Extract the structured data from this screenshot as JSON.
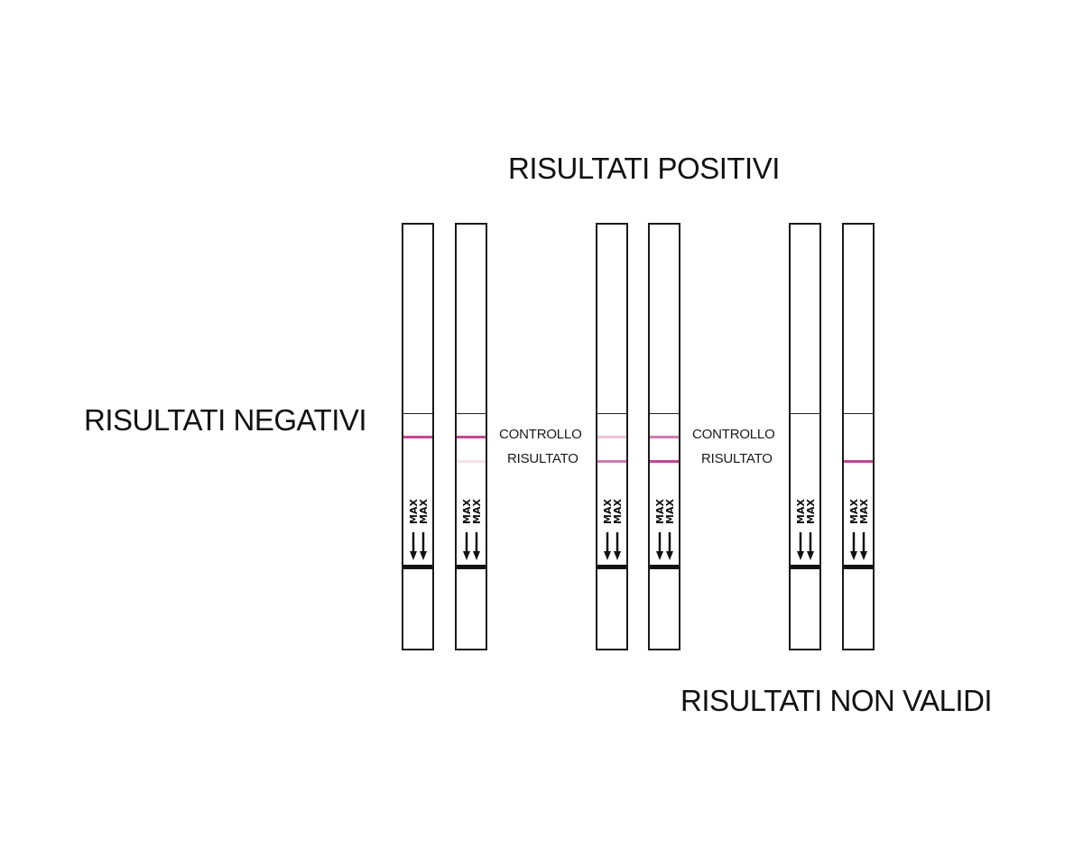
{
  "headings": {
    "positive": "RISULTATI POSITIVI",
    "negative": "RISULTATI NEGATIVI",
    "invalid": "RISULTATI NON VALIDI"
  },
  "labels": {
    "control": "CONTROLLO",
    "result": "RISULTATO"
  },
  "strip_text": "MAX",
  "colors": {
    "band_strong": "#c2478f",
    "band_medium": "#d27bb0",
    "band_faint": "#ecc3dc",
    "band_very_faint": "#f5e0ec",
    "outline": "#1a1a1a"
  },
  "strips": [
    {
      "group": "negative",
      "control_band": "strong",
      "result_band": "none"
    },
    {
      "group": "negative",
      "control_band": "strong",
      "result_band": "very_faint"
    },
    {
      "group": "positive",
      "control_band": "faint",
      "result_band": "medium"
    },
    {
      "group": "positive",
      "control_band": "medium",
      "result_band": "strong"
    },
    {
      "group": "invalid",
      "control_band": "none",
      "result_band": "none"
    },
    {
      "group": "invalid",
      "control_band": "none",
      "result_band": "strong"
    }
  ]
}
